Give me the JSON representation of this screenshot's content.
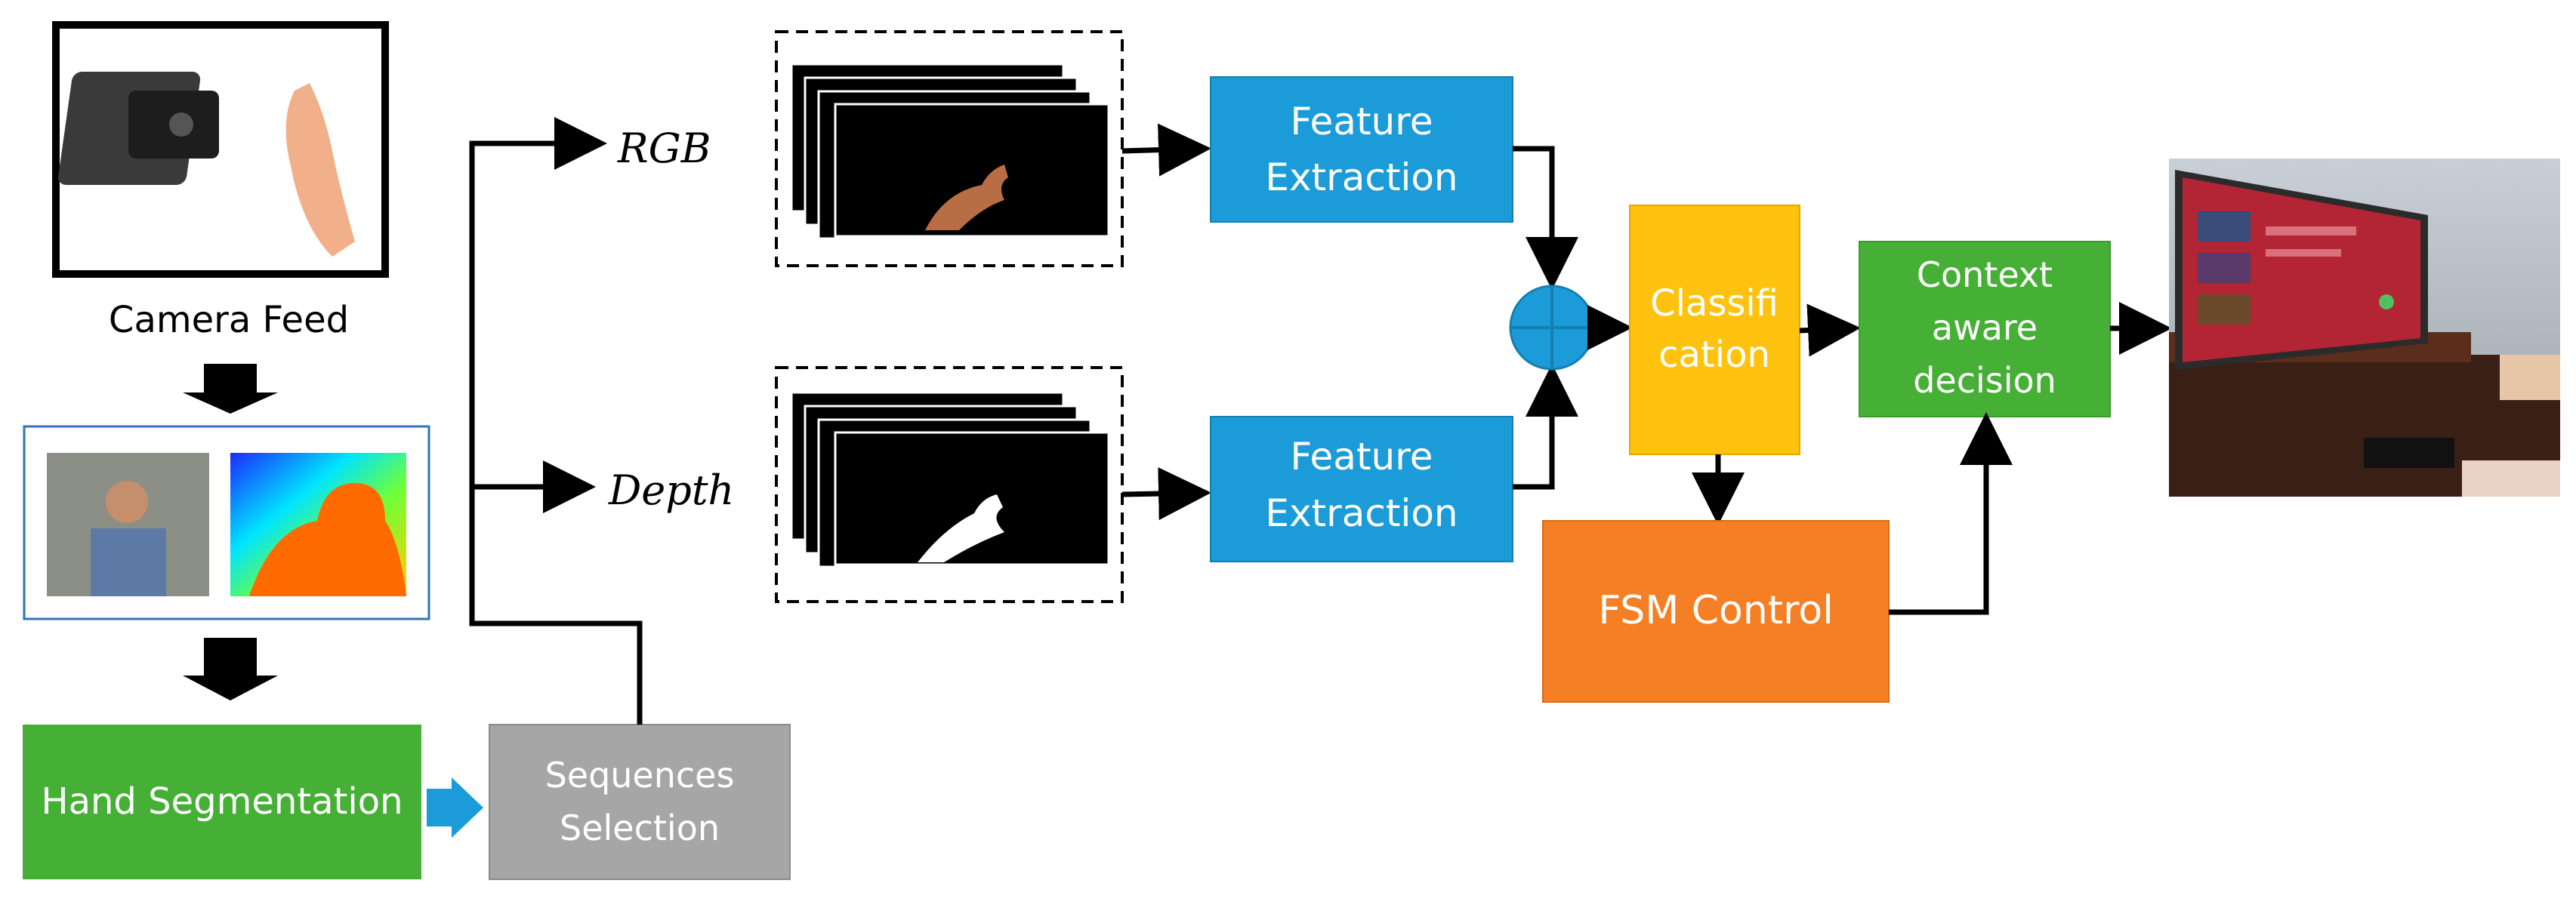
{
  "pipeline": {
    "camera_feed_label": "Camera Feed",
    "hand_segmentation_label": "Hand Segmentation",
    "sequences_selection_label": "Sequences Selection",
    "rgb_label": "RGB",
    "depth_label": "Depth",
    "feature_extraction_label": "Feature Extraction",
    "classification_label": "Classification",
    "fsm_control_label": "FSM Control",
    "context_decision_label": "Context aware decision"
  },
  "colors": {
    "blue": "#1b9bd7",
    "green": "#45b035",
    "gray": "#a6a6a6",
    "yellow": "#ffc20e",
    "orange": "#f47f24",
    "frame_blue": "#2e75b6"
  }
}
